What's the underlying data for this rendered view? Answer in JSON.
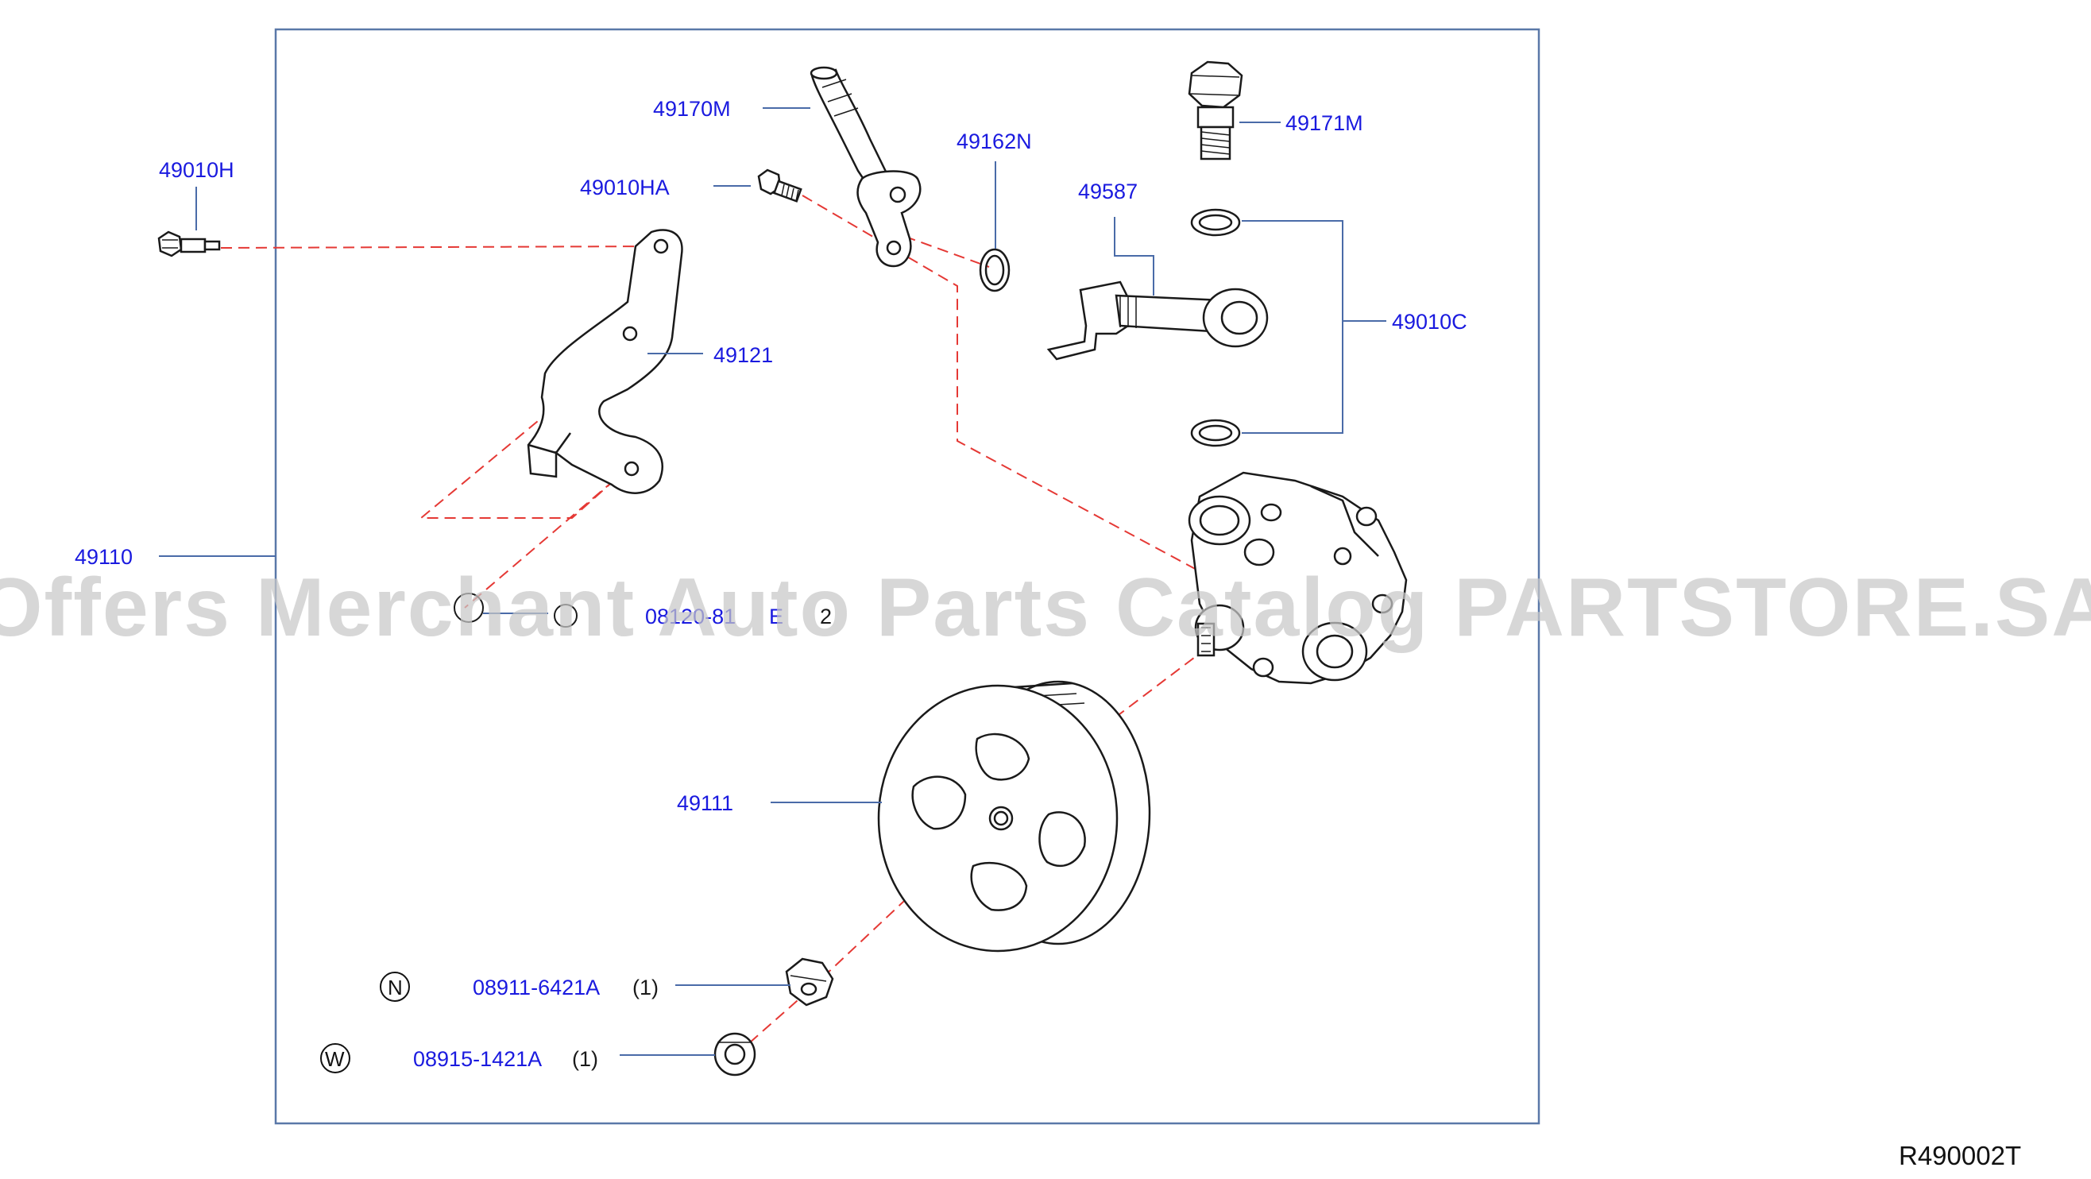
{
  "diagram": {
    "reference_code": "R490002T",
    "watermark": "Offers Merchant Auto Parts Catalog PARTSTORE.SA",
    "colors": {
      "part_number": "#1a1adf",
      "frame": "#5a78a8",
      "dashed_line": "#e53935",
      "drawing": "#1a1a1a"
    },
    "labels": {
      "p49010H": "49010H",
      "p49170M": "49170M",
      "p49010HA": "49010HA",
      "p49162N": "49162N",
      "p49171M": "49171M",
      "p49587": "49587",
      "p49010C": "49010C",
      "p49121": "49121",
      "p49110": "49110",
      "p49111": "49111",
      "bolt_part": "08120-81",
      "bolt_part_tail": "E",
      "bolt_qty": "2",
      "nut_symbol": "N",
      "nut_part": "08911-6421A",
      "nut_qty": "(1)",
      "washer_symbol": "W",
      "washer_part": "08915-1421A",
      "washer_qty": "(1)"
    }
  }
}
